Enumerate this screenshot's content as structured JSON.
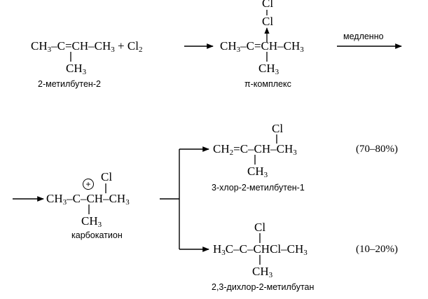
{
  "reaction1": {
    "reactant": "CH3–C=CH–CH3 + Cl2",
    "reactant_name": "2-метилбутен-2",
    "pi_complex_cl_top": "Cl",
    "pi_complex_cl": "Cl",
    "pi_complex": "CH3–C=CH–CH3",
    "pi_complex_name": "π-комплекс",
    "condition": "медленно"
  },
  "carbocation": {
    "charge": "+",
    "cl": "Cl",
    "formula": "CH3–C–CH–CH3",
    "methyl": "CH3",
    "name": "карбокатион"
  },
  "products": [
    {
      "cl": "Cl",
      "formula": "CH2=C–CH–CH3",
      "methyl": "CH3",
      "name": "3-хлор-2-метилбутен-1",
      "yield": "(70–80%)"
    },
    {
      "cl": "Cl",
      "formula": "H3C–C–CHCl–CH3",
      "methyl": "CH3",
      "name": "2,3-дихлор-2-метилбутан",
      "yield": "(10–20%)"
    }
  ]
}
